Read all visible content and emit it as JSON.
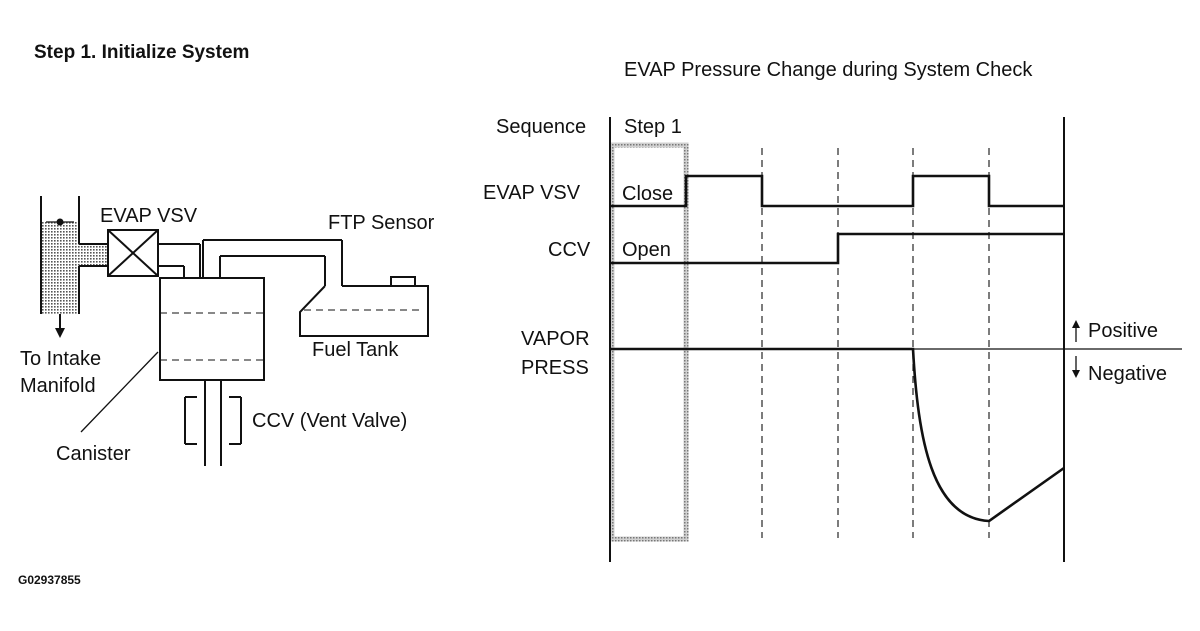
{
  "diagram": {
    "heading": "Step 1. Initialize System",
    "labels": {
      "evap_vsv": "EVAP VSV",
      "ftp_sensor": "FTP Sensor",
      "fuel_tank": "Fuel Tank",
      "to_intake": "To Intake",
      "manifold": "Manifold",
      "ccv": "CCV (Vent Valve)",
      "canister": "Canister"
    },
    "figure_id": "G02937855"
  },
  "chart_data": {
    "type": "timing",
    "title": "EVAP Pressure Change during System Check",
    "sequence_label": "Sequence",
    "highlighted_step": "Step 1",
    "rows": [
      {
        "label": "EVAP VSV",
        "state_label": "Close",
        "levels": [
          0,
          1,
          0,
          0,
          1,
          0
        ]
      },
      {
        "label": "CCV",
        "state_label": "Open",
        "levels": [
          0,
          0,
          0,
          1,
          1,
          1
        ]
      },
      {
        "label_line1": "VAPOR",
        "label_line2": "PRESS",
        "positive": "Positive",
        "negative": "Negative"
      }
    ]
  }
}
